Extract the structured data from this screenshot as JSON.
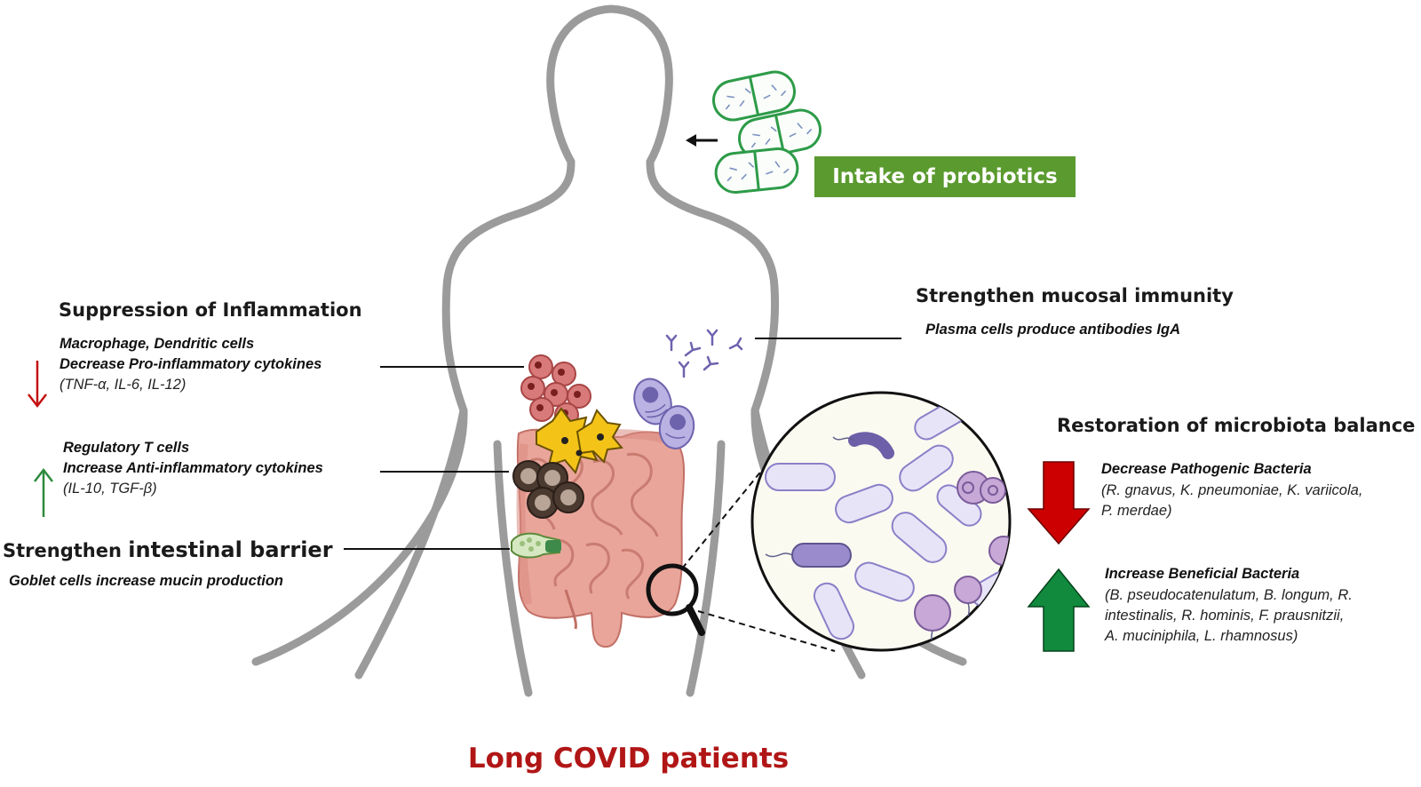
{
  "probiotics": {
    "label": "Intake of probiotics"
  },
  "inflammation": {
    "title": "Suppression of Inflammation",
    "down": {
      "line1": "Macrophage, Dendritic cells",
      "line2": "Decrease Pro-inflammatory cytokines",
      "line3": "(TNF-α, IL-6, IL-12)"
    },
    "up": {
      "line1": "Regulatory T cells",
      "line2": "Increase Anti-inflammatory cytokines",
      "line3": "(IL-10, TGF-β)"
    }
  },
  "barrier": {
    "title_small": "Strengthen",
    "title_big": "intestinal barrier",
    "subtitle": "Goblet cells increase mucin production"
  },
  "mucosal": {
    "title": "Strengthen mucosal immunity",
    "subtitle": "Plasma cells produce antibodies IgA"
  },
  "microbiota": {
    "title": "Restoration of microbiota balance",
    "decrease": {
      "title": "Decrease Pathogenic Bacteria",
      "lines": [
        "(R. gnavus, K. pneumoniae, K. variicola,",
        "P. merdae)"
      ]
    },
    "increase": {
      "title": "Increase Beneficial Bacteria",
      "lines": [
        "(B. pseudocatenulatum, B. longum, R.",
        "intestinalis, R. hominis, F. prausnitzii,",
        "A. muciniphila, L. rhamnosus)"
      ]
    }
  },
  "footer": {
    "title": "Long COVID patients"
  },
  "colors": {
    "probiotic_green": "#5a9a2f",
    "footer_red": "#b11616",
    "down_red": "#c41010",
    "up_green": "#2e8a3c",
    "big_arrow_red": "#cc0000",
    "big_arrow_green": "#118a3e"
  }
}
